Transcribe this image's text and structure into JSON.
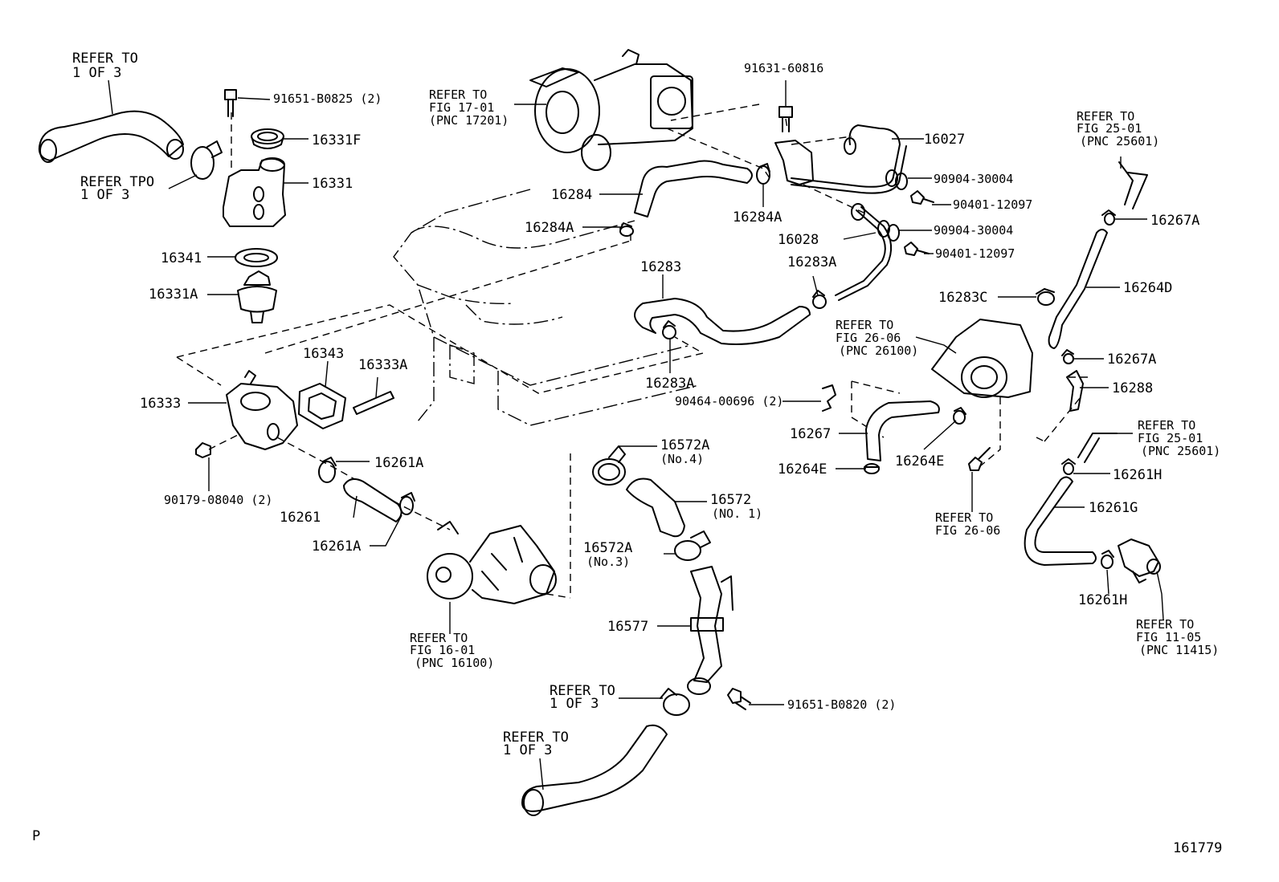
{
  "labels": {
    "refer_1of3_tl": [
      "REFER  TO",
      "1  OF  3"
    ],
    "refer_tpo": [
      "REFER  TPO",
      "1  OF  3"
    ],
    "refer_17_01": [
      "REFER  TO",
      "FIG  17-01",
      "(PNC  17201)"
    ],
    "p_91651_b0825": "91651-B0825 (2)",
    "p_16331f": "16331F",
    "p_16331": "16331",
    "p_16341": "16341",
    "p_16331a": "16331A",
    "p_16343": "16343",
    "p_16333a": "16333A",
    "p_16333": "16333",
    "p_16261a_1": "16261A",
    "p_90179_08040": "90179-08040 (2)",
    "p_16261": "16261",
    "p_16261a_2": "16261A",
    "refer_16_01": [
      "REFER  TO",
      "FIG  16-01",
      "(PNC  16100)"
    ],
    "p_91631_60816": "91631-60816",
    "p_16027": "16027",
    "p_16284": "16284",
    "p_16284a_1": "16284A",
    "p_16284a_2": "16284A",
    "p_16028": "16028",
    "p_90904_1": "90904-30004",
    "p_90401_1": "90401-12097",
    "p_90904_2": "90904-30004",
    "p_90401_2": "90401-12097",
    "p_16283": "16283",
    "p_16283a_1": "16283A",
    "p_16283a_2": "16283A",
    "refer_25_01_a": [
      "REFER  TO",
      "FIG  25-01",
      "(PNC  25601)"
    ],
    "p_16267a_1": "16267A",
    "p_16264d": "16264D",
    "p_16283c": "16283C",
    "refer_26_06_a": [
      "REFER  TO",
      "FIG  26-06",
      "(PNC  26100)"
    ],
    "p_16267a_2": "16267A",
    "p_16288": "16288",
    "p_90464": "90464-00696 (2)",
    "p_16267": "16267",
    "p_16264e_1": "16264E",
    "p_16264e_2": "16264E",
    "refer_25_01_b": [
      "REFER  TO",
      "FIG  25-01",
      "(PNC  25601)"
    ],
    "p_16261h_1": "16261H",
    "p_16261g": "16261G",
    "p_16261h_2": "16261H",
    "refer_26_06_b": [
      "REFER  TO",
      "FIG  26-06"
    ],
    "refer_11_05": [
      "REFER  TO",
      "FIG  11-05",
      "(PNC  11415)"
    ],
    "p_16572a_no4": [
      "16572A",
      "(No.4)"
    ],
    "p_16572_no1": [
      "16572",
      "(NO. 1)"
    ],
    "p_16572a_no3": [
      "16572A",
      "(No.3)"
    ],
    "p_16577": "16577",
    "refer_1of3_b": [
      "REFER  TO",
      "1  OF  3"
    ],
    "p_91651_b0820": "91651-B0820 (2)",
    "refer_1of3_c": [
      "REFER  TO",
      "1  OF 3"
    ],
    "corner_p": "P",
    "figure_id": "161779"
  }
}
